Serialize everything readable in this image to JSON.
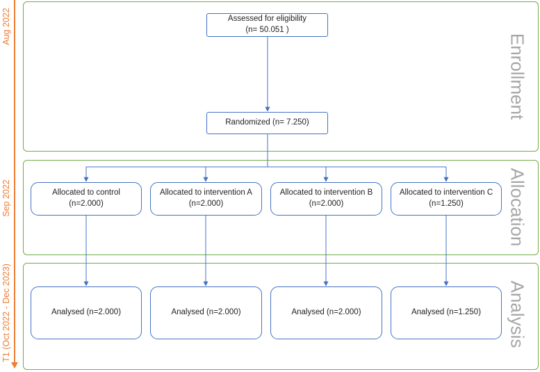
{
  "timeline": {
    "labels": [
      "Aug 2022",
      "Sep 2022",
      "T1 (Oct 2022 - Dec 2023)"
    ]
  },
  "stages": {
    "enrollment": "Enrollment",
    "allocation": "Allocation",
    "analysis": "Analysis"
  },
  "enrollment": {
    "assessed": {
      "line1": "Assessed for eligibility",
      "line2": "(n= 50.051 )"
    },
    "randomized": {
      "label": "Randomized (n= 7.250)"
    }
  },
  "allocation": [
    {
      "line1": "Allocated to control",
      "line2": "(n=2.000)"
    },
    {
      "line1": "Allocated to intervention A",
      "line2": "(n=2.000)"
    },
    {
      "line1": "Allocated to intervention B",
      "line2": "(n=2.000)"
    },
    {
      "line1": "Allocated to intervention C",
      "line2": "(n=1.250)"
    }
  ],
  "analysis": [
    {
      "label": "Analysed (n=2.000)"
    },
    {
      "label": "Analysed (n=2.000)"
    },
    {
      "label": "Analysed (n=2.000)"
    },
    {
      "label": "Analysed (n=1.250)"
    }
  ],
  "colors": {
    "timeline": "#ED7D31",
    "panel_border": "#70AD47",
    "box_border": "#4472C4",
    "stage_label": "#A6A6A6"
  }
}
